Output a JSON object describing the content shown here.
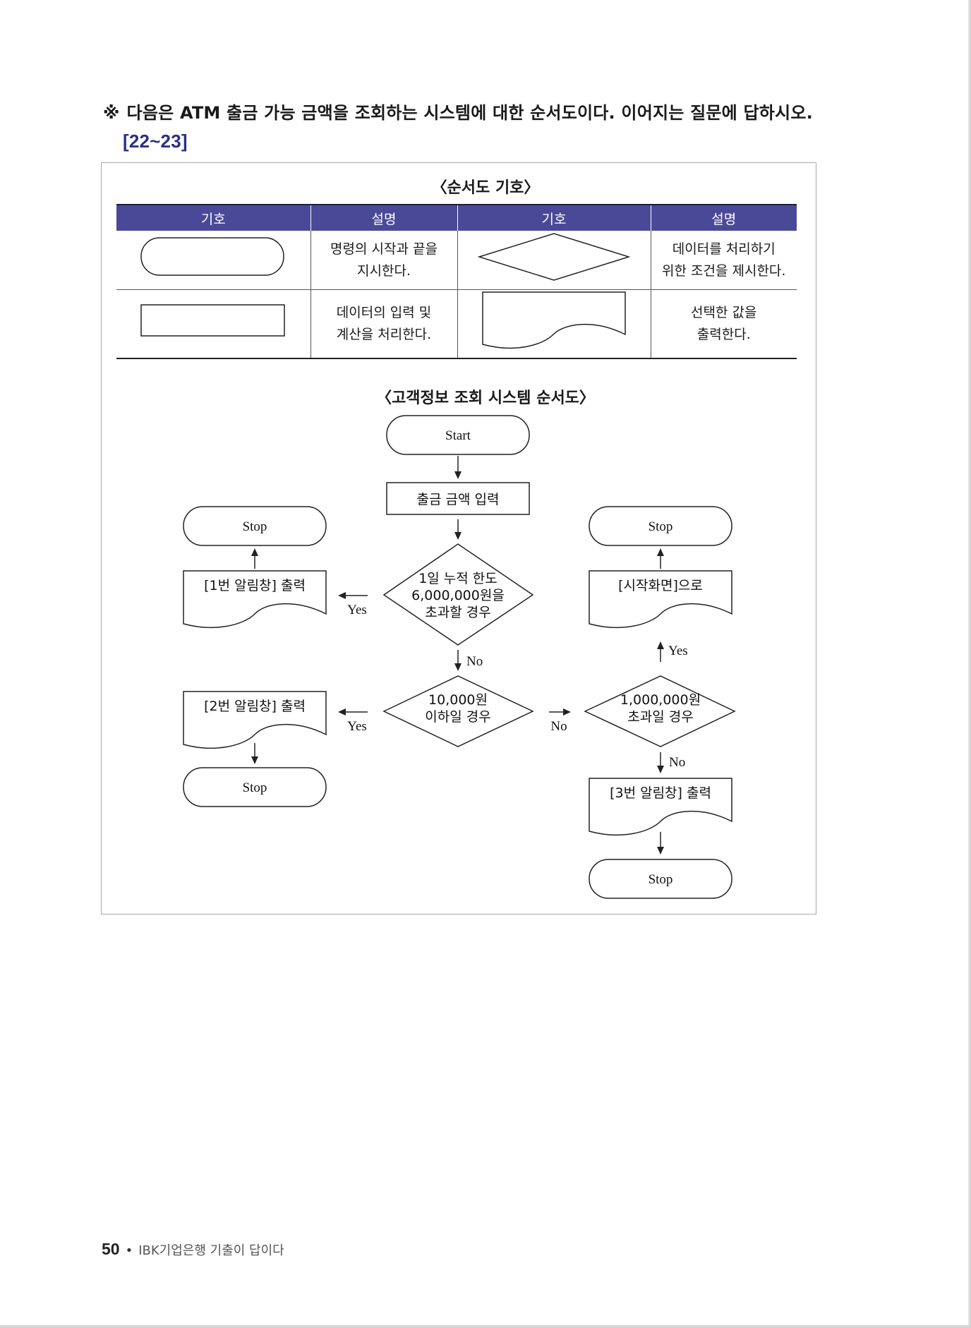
{
  "question": {
    "mark": "※",
    "text": "다음은 ATM 출금 가능 금액을 조회하는 시스템에 대한 순서도이다. 이어지는 질문에 답하시오.",
    "range": "[22~23]"
  },
  "legend": {
    "title": "〈순서도 기호〉",
    "headers": [
      "기호",
      "설명",
      "기호",
      "설명"
    ],
    "rows": [
      {
        "left_desc": [
          "명령의 시작과 끝을",
          "지시한다."
        ],
        "right_desc": [
          "데이터를 처리하기",
          "위한 조건을 제시한다."
        ]
      },
      {
        "left_desc": [
          "데이터의 입력 및",
          "계산을 처리한다."
        ],
        "right_desc": [
          "선택한 값을",
          "출력한다."
        ]
      }
    ]
  },
  "flowchart": {
    "title": "〈고객정보 조회 시스템 순서도〉",
    "start": "Start",
    "input": "출금 금액 입력",
    "decision1": [
      "1일 누적 한도",
      "6,000,000원을",
      "초과할 경우"
    ],
    "decision2": [
      "10,000원",
      "이하일 경우"
    ],
    "decision3": [
      "1,000,000원",
      "초과일 경우"
    ],
    "output1": "[1번 알림창] 출력",
    "output2": "[2번 알림창] 출력",
    "output3": "[3번 알림창] 출력",
    "output_start": "[시작화면]으로",
    "stop": "Stop",
    "yes": "Yes",
    "no": "No"
  },
  "footer": {
    "page_number": "50",
    "separator": "•",
    "book_title": "IBK기업은행 기출이 답이다"
  },
  "colors": {
    "header_bg": "#4a4998",
    "range_text": "#2a2f8a"
  }
}
